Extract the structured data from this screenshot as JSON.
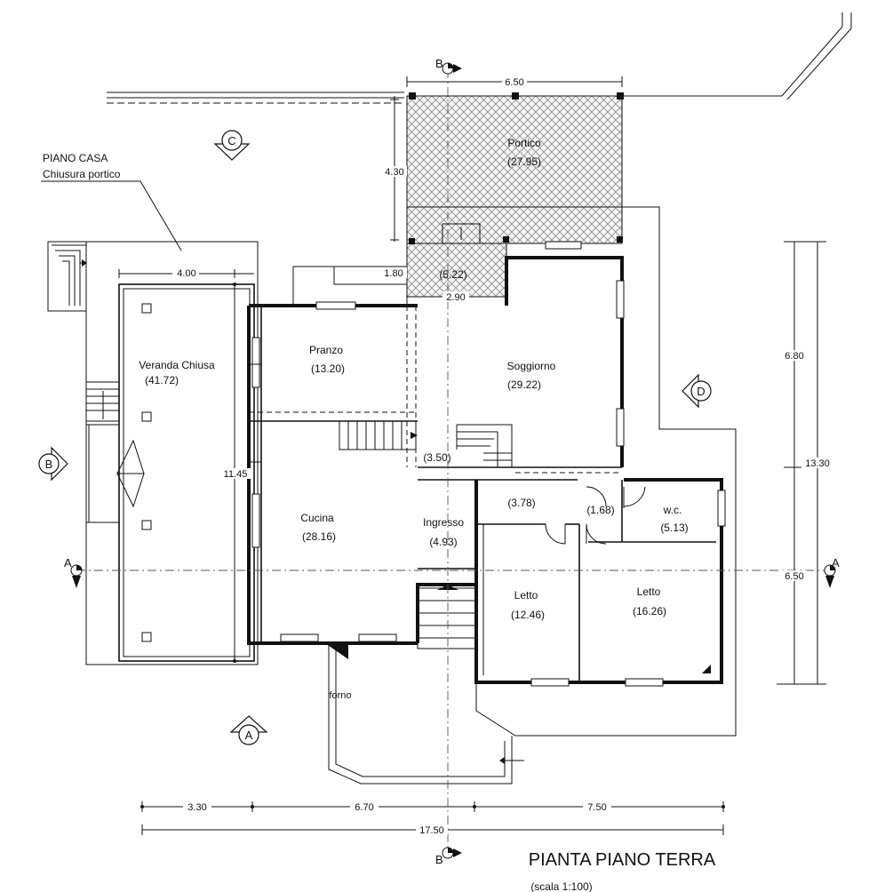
{
  "plan": {
    "title": "PIANTA PIANO TERRA",
    "scale": "(scala 1:100)",
    "note": {
      "line1": "PIANO CASA",
      "line2": "Chiusura portico"
    }
  },
  "rooms": {
    "portico": {
      "name": "Portico",
      "area": "(27.95)"
    },
    "portico_small": {
      "area": "(5.22)"
    },
    "veranda": {
      "name": "Veranda Chiusa",
      "area": "(41.72)"
    },
    "pranzo": {
      "name": "Pranzo",
      "area": "(13.20)"
    },
    "soggiorno": {
      "name": "Soggiorno",
      "area": "(29.22)"
    },
    "cucina": {
      "name": "Cucina",
      "area": "(28.16)"
    },
    "ingresso": {
      "name": "Ingresso",
      "area": "(4.93)"
    },
    "stair_area": {
      "area": "(3.50)"
    },
    "corridor": {
      "area": "(3.78)"
    },
    "disimpegno": {
      "area": "(1.68)"
    },
    "wc": {
      "name": "w.c.",
      "area": "(5.13)"
    },
    "letto1": {
      "name": "Letto",
      "area": "(12.46)"
    },
    "letto2": {
      "name": "Letto",
      "area": "(16.26)"
    },
    "forno": {
      "name": "forno"
    }
  },
  "dimensions": {
    "portico_width": "6.50",
    "portico_depth": "4.30",
    "veranda_width": "4.00",
    "small_porch_depth": "1.80",
    "small_porch_width": "2.90",
    "left_height": "11.45",
    "right_upper": "6.80",
    "right_total": "13.30",
    "right_lower": "6.50",
    "bottom_1": "3.30",
    "bottom_2": "6.70",
    "bottom_3": "7.50",
    "bottom_total": "17.50"
  },
  "sections": {
    "a": "A",
    "b": "B",
    "c": "C",
    "d": "D"
  }
}
